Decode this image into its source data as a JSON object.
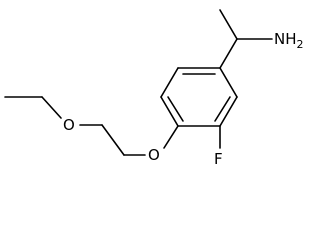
{
  "labels": {
    "amine": {
      "main": "NH",
      "sub": "2"
    },
    "fluorine": "F",
    "ether_oxygen_upper": "O",
    "ether_oxygen_lower": "O"
  },
  "colors": {
    "bond": "#000000",
    "text": "#000000",
    "background": "#ffffff"
  }
}
